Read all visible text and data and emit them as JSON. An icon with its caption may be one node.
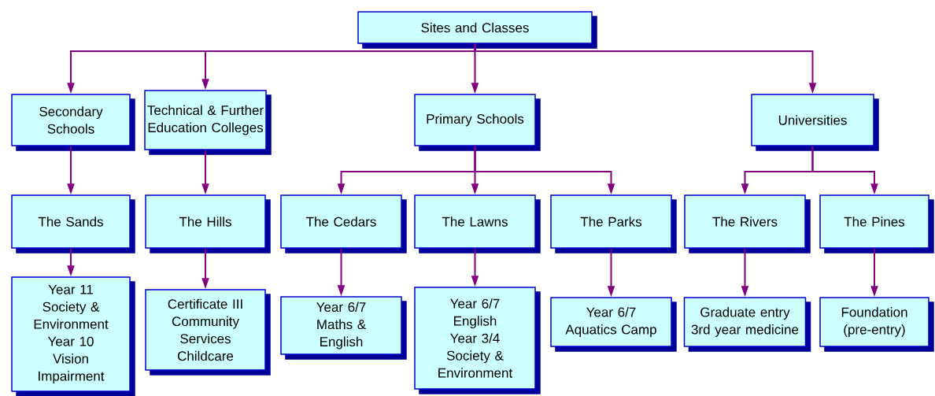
{
  "diagram": {
    "nodes": [
      {
        "text": [
          "Sites and Classes"
        ]
      },
      {
        "text": [
          "Secondary Schools"
        ]
      },
      {
        "text": [
          "Technical & Further Education Colleges"
        ]
      },
      {
        "text": [
          "Primary Schools"
        ]
      },
      {
        "text": [
          "Universities"
        ]
      },
      {
        "text": [
          "The Sands"
        ]
      },
      {
        "text": [
          "The Hills"
        ]
      },
      {
        "text": [
          "The Cedars"
        ]
      },
      {
        "text": [
          "The Lawns"
        ]
      },
      {
        "text": [
          "The Parks"
        ]
      },
      {
        "text": [
          "The Rivers"
        ]
      },
      {
        "text": [
          "The Pines"
        ]
      },
      {
        "text": [
          "Year 11 Society & Environment Year 10 Vision Impairment"
        ]
      },
      {
        "text": [
          "Certificate III Community Services Childcare"
        ]
      },
      {
        "text": [
          "Year 6/7 Maths & English"
        ]
      },
      {
        "text": [
          "Year 6/7 English Year 3/4 Society & Environment"
        ]
      },
      {
        "text": [
          "Year 6/7 Aquatics Camp"
        ]
      },
      {
        "text": [
          "Graduate entry 3rd year medicine"
        ]
      },
      {
        "text": [
          "Foundation (pre-entry)"
        ]
      }
    ],
    "edges": [
      {
        "from": 0,
        "to": 1,
        "arrow": "to"
      },
      {
        "from": 0,
        "to": 2,
        "arrow": "to"
      },
      {
        "from": 0,
        "to": 3,
        "arrow": "to"
      },
      {
        "from": 0,
        "to": 4,
        "arrow": "to"
      },
      {
        "from": 1,
        "to": 5,
        "arrow": "to"
      },
      {
        "from": 2,
        "to": 6,
        "arrow": "to"
      },
      {
        "from": 3,
        "to": 7,
        "arrow": "to"
      },
      {
        "from": 3,
        "to": 8,
        "arrow": "to"
      },
      {
        "from": 3,
        "to": 9,
        "arrow": "to"
      },
      {
        "from": 4,
        "to": 10,
        "arrow": "to"
      },
      {
        "from": 4,
        "to": 11,
        "arrow": "to"
      },
      {
        "from": 5,
        "to": 12,
        "arrow": "to"
      },
      {
        "from": 6,
        "to": 13,
        "arrow": "to"
      },
      {
        "from": 7,
        "to": 14,
        "arrow": "to"
      },
      {
        "from": 8,
        "to": 15,
        "arrow": "to"
      },
      {
        "from": 9,
        "to": 16,
        "arrow": "to"
      },
      {
        "from": 10,
        "to": 17,
        "arrow": "to"
      },
      {
        "from": 11,
        "to": 18,
        "arrow": "to"
      }
    ]
  }
}
